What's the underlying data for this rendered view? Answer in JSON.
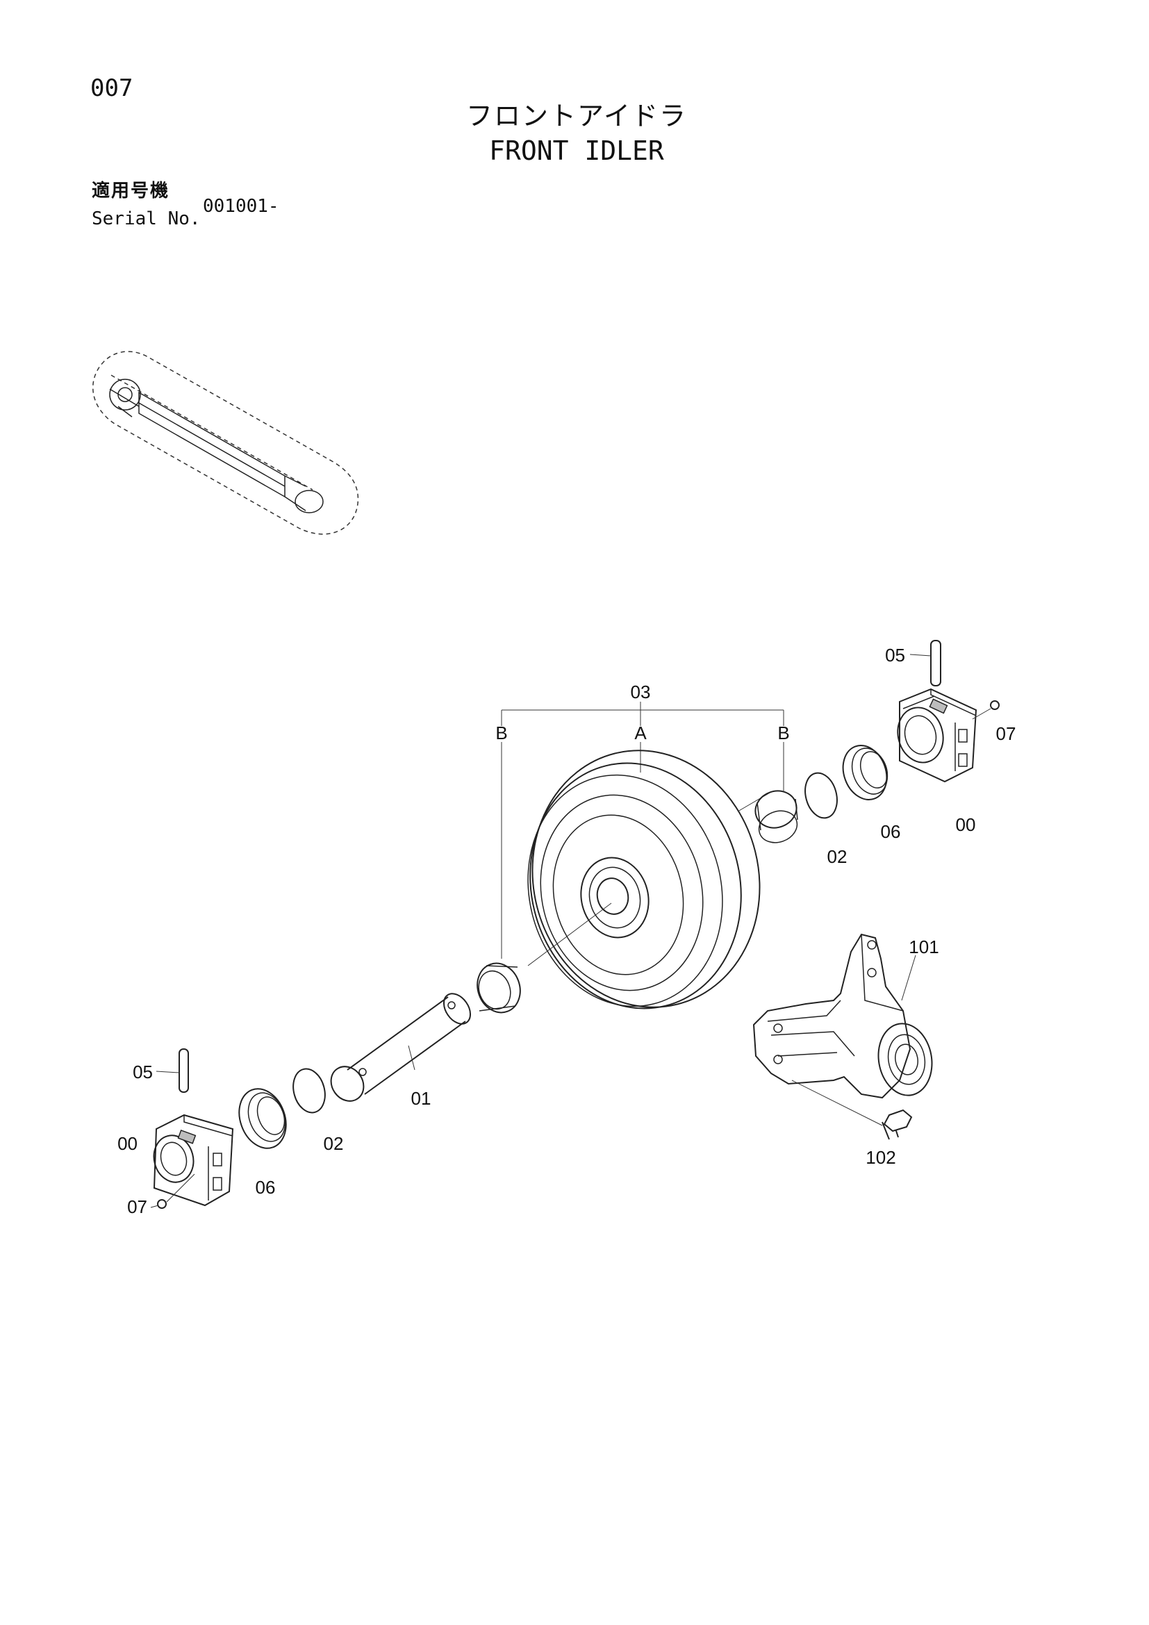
{
  "header": {
    "page_number": "007",
    "title_jp": "フロントアイドラ",
    "title_en": "FRONT IDLER",
    "serial_label_jp": "適用号機",
    "serial_label_en": "Serial No.",
    "serial_value": "001001-"
  },
  "callouts": {
    "c03": "03",
    "cA": "A",
    "cB_left": "B",
    "cB_right": "B",
    "c05_top": "05",
    "c07_top": "07",
    "c00_top": "00",
    "c06_top": "06",
    "c02_top": "02",
    "c101": "101",
    "c102": "102",
    "c01": "01",
    "c02_bottom": "02",
    "c06_bottom": "06",
    "c05_bottom": "05",
    "c00_bottom": "00",
    "c07_bottom": "07"
  }
}
